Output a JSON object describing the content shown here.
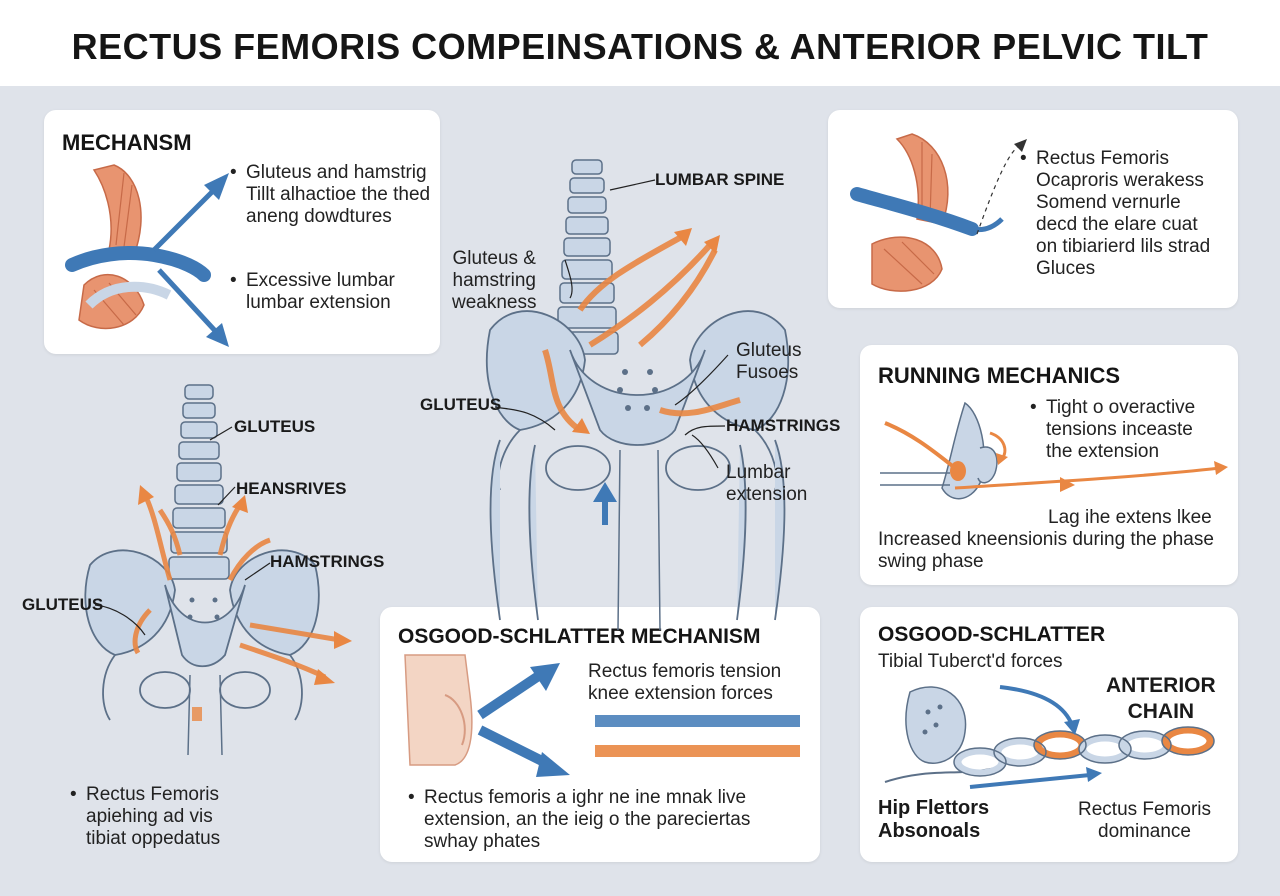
{
  "title": "RECTUS FEMORIS COMPEINSATIONS & ANTERIOR PELVIC TILT",
  "panels": {
    "mechanism": {
      "title": "MECHANSM",
      "bullet1": [
        "Gluteus and hamstrig",
        "Tillt alhactioe the thed",
        "aneng dowdtures"
      ],
      "bullet2": [
        "Excessive lumbar",
        "lumbar extension"
      ]
    },
    "rectus": {
      "lines": [
        "Rectus Femoris",
        "Ocaproris werakess",
        "Somend vernurle",
        "decd the elare cuat",
        "on tibiarierd lils strad",
        "Gluces"
      ]
    },
    "running": {
      "title": "RUNNING MECHANICS",
      "bullet": [
        "Tight o overactive",
        "tensions inceaste",
        "the extension"
      ],
      "note1": "Lag ihe extens lkee",
      "note2": [
        "Increased kneensionis during the phase",
        "swing phase"
      ]
    },
    "osgood_mech": {
      "title": "OSGOOD-SCHLATTER MECHANISM",
      "lines": [
        "Rectus femoris tension",
        "knee extension forces"
      ],
      "bullet": [
        "Rectus femoris a ighr ne ine mnak live",
        "extension, an the ieig o the pareciertas",
        "swhay phates"
      ]
    },
    "osgood": {
      "title": "OSGOOD-SCHLATTER",
      "subtitle": "Tibial Tuberct'd forces",
      "anterior_chain": [
        "ANTERIOR",
        "CHAIN"
      ],
      "hip_flexors": [
        "Hip Flettors",
        "Absonoals"
      ],
      "rf_dominance": [
        "Rectus Femoris",
        "dominance"
      ]
    }
  },
  "center_diagram": {
    "lumbar_spine": "LUMBAR SPINE",
    "gluteus_hamstring": [
      "Gluteus &",
      "hamstring",
      "weakness"
    ],
    "gluteus_fusoes": [
      "Gluteus",
      "Fusoes"
    ],
    "gluteus": "GLUTEUS",
    "hamstrings": "HAMSTRINGS",
    "lumbar_extension": [
      "Lumbar",
      "extension"
    ]
  },
  "left_diagram": {
    "gluteus_top": "GLUTEUS",
    "heansrives": "HEANSRIVES",
    "hamstrings": "HAMSTRINGS",
    "gluteus_left": "GLUTEUS",
    "note": [
      "Rectus Femoris",
      "apiehing ad vis",
      "tibiat oppedatus"
    ]
  },
  "colors": {
    "orange": "#e98743",
    "blue": "#3f79b6",
    "bone": "#c9d6e6",
    "bone_line": "#5c7088",
    "muscle": "#e89470"
  }
}
